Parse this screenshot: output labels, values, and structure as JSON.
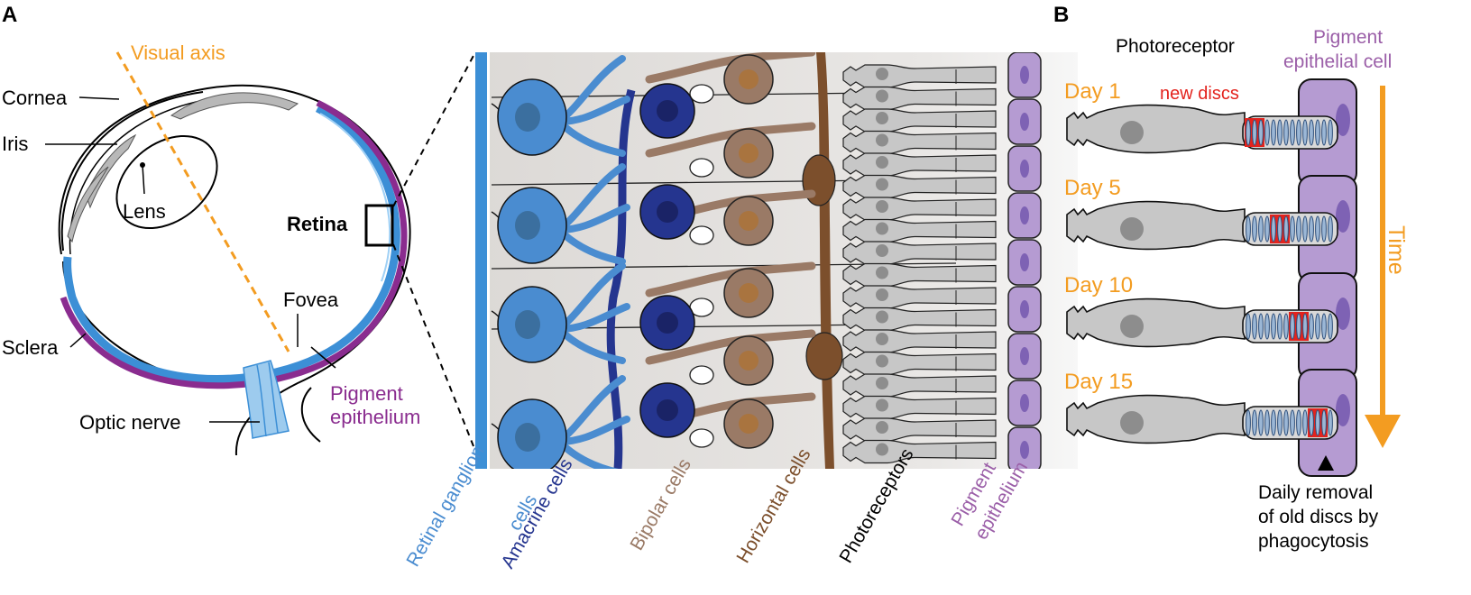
{
  "panels": {
    "a": "A",
    "b": "B"
  },
  "eye": {
    "visual_axis": "Visual axis",
    "cornea": "Cornea",
    "iris": "Iris",
    "lens": "Lens",
    "retina": "Retina",
    "fovea": "Fovea",
    "sclera": "Sclera",
    "optic_nerve": "Optic nerve",
    "pigment_epithelium_line1": "Pigment",
    "pigment_epithelium_line2": "epithelium"
  },
  "retina_layers": {
    "ganglion_line1": "Retinal ganglion",
    "ganglion_line2": "cells",
    "amacrine": "Amacrine cells",
    "bipolar": "Bipolar cells",
    "horizontal": "Horizontal cells",
    "photoreceptors": "Photoreceptors",
    "pigment_line1": "Pigment",
    "pigment_line2": "epithelium"
  },
  "panel_b": {
    "photoreceptor": "Photoreceptor",
    "pigment_cell_line1": "Pigment",
    "pigment_cell_line2": "epithelial cell",
    "new_discs": "new discs",
    "time": "Time",
    "days": [
      {
        "label": "Day 1",
        "new_disc_position": 0.0
      },
      {
        "label": "Day 5",
        "new_disc_position": 0.33
      },
      {
        "label": "Day 10",
        "new_disc_position": 0.66
      },
      {
        "label": "Day 15",
        "new_disc_position": 0.95
      }
    ],
    "removal_line1": "Daily removal",
    "removal_line2": "of old discs by",
    "removal_line3": "phagocytosis"
  },
  "colors": {
    "orange": "#f39c21",
    "ganglion_blue": "#4a8cd0",
    "amacrine_navy": "#25358f",
    "bipolar_brown": "#9a7a66",
    "horizontal_brown": "#7c4f2c",
    "pigment_purple": "#9b5fa8",
    "rpe_lilac": "#b59bd2",
    "disc_red": "#e3231d",
    "photoreceptor_gray": "#c7c7c7",
    "retina_blue": "#3c8fd6",
    "eye_purple": "#8a2c8f"
  }
}
